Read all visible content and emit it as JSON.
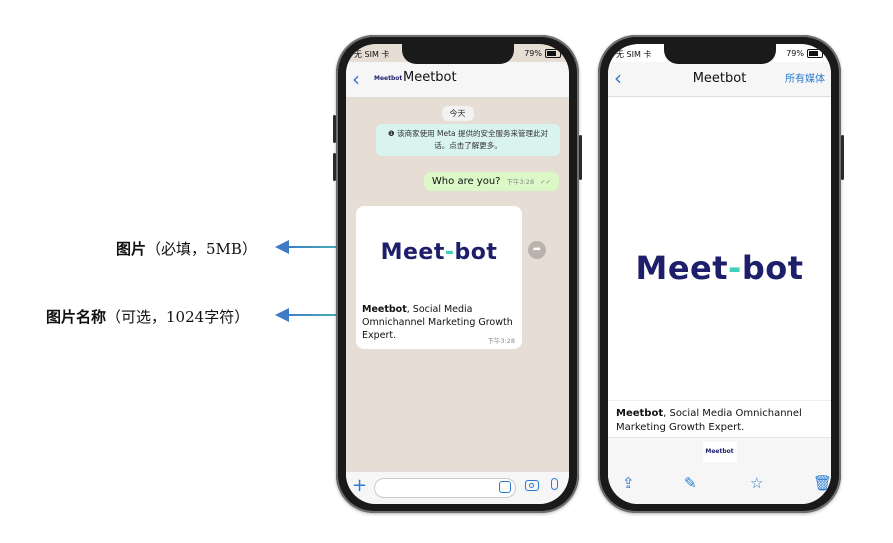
{
  "annotations": {
    "image": {
      "bold": "图片",
      "note": "（必填，5MB）"
    },
    "image_name": {
      "bold": "图片名称",
      "note": "（可选，1024字符）"
    }
  },
  "chat_phone": {
    "status": {
      "left": "无 SIM 卡",
      "battery": "79%"
    },
    "header": {
      "back_icon": "chevron-left-icon",
      "logo_text": "Meetbot",
      "title": "Meetbot"
    },
    "date_chip": "今天",
    "notice": "该商家使用 Meta 提供的安全服务来管理此对话。点击了解更多。",
    "outgoing": {
      "text": "Who are you?",
      "time": "下午3:28"
    },
    "incoming": {
      "logo_pre": "Meet",
      "logo_post": "bot",
      "caption_bold": "Meetbot",
      "caption_rest": ", Social Media Omnichannel Marketing Growth Expert.",
      "time": "下午3:28"
    }
  },
  "media_phone": {
    "status": {
      "left": "无 SIM 卡",
      "battery": "79%"
    },
    "header": {
      "title": "Meetbot",
      "all_media": "所有媒体"
    },
    "logo_pre": "Meet",
    "logo_post": "bot",
    "caption_bold": "Meetbot",
    "caption_rest": ", Social Media Omnichannel Marketing Growth Expert.",
    "thumb_text": "Meetbot"
  }
}
